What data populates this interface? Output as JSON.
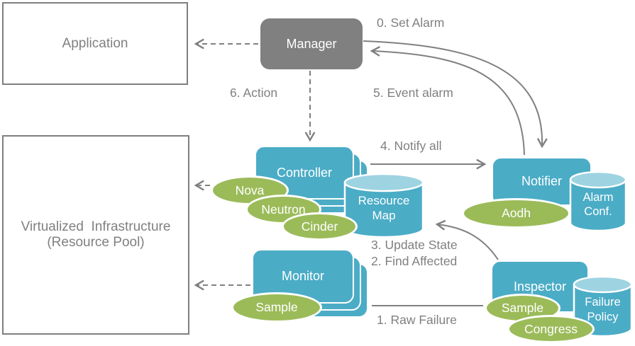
{
  "diagram": {
    "boxes": {
      "application": {
        "label": "Application"
      },
      "virtualized_infrastructure": {
        "line1": "Virtualized  Infrastructure",
        "line2": "(Resource Pool)"
      },
      "manager": {
        "label": "Manager"
      },
      "controller": {
        "label": "Controller"
      },
      "monitor": {
        "label": "Monitor"
      },
      "notifier": {
        "label": "Notifier"
      },
      "inspector": {
        "label": "Inspector"
      }
    },
    "cylinders": {
      "resource_map": {
        "line1": "Resource",
        "line2": "Map"
      },
      "alarm_conf": {
        "line1": "Alarm",
        "line2": "Conf."
      },
      "failure_policy": {
        "line1": "Failure",
        "line2": "Policy"
      }
    },
    "components": {
      "nova": {
        "label": "Nova"
      },
      "neutron": {
        "label": "Neutron"
      },
      "cinder": {
        "label": "Cinder"
      },
      "sample_monitor": {
        "label": "Sample"
      },
      "aodh": {
        "label": "Aodh"
      },
      "sample_inspector": {
        "label": "Sample"
      },
      "congress": {
        "label": "Congress"
      }
    },
    "flow_labels": {
      "set_alarm": "0. Set Alarm",
      "event_alarm": "5. Event alarm",
      "action": "6. Action",
      "notify_all": "4. Notify all",
      "update_state": "3. Update State",
      "find_affected": "2. Find Affected",
      "raw_failure": "1. Raw Failure"
    },
    "colors": {
      "node_teal": "#4bacc6",
      "cylinder_top": "#9ed3e2",
      "component_green": "#9bbb59",
      "manager_gray": "#808080",
      "line_gray": "#808080"
    }
  }
}
